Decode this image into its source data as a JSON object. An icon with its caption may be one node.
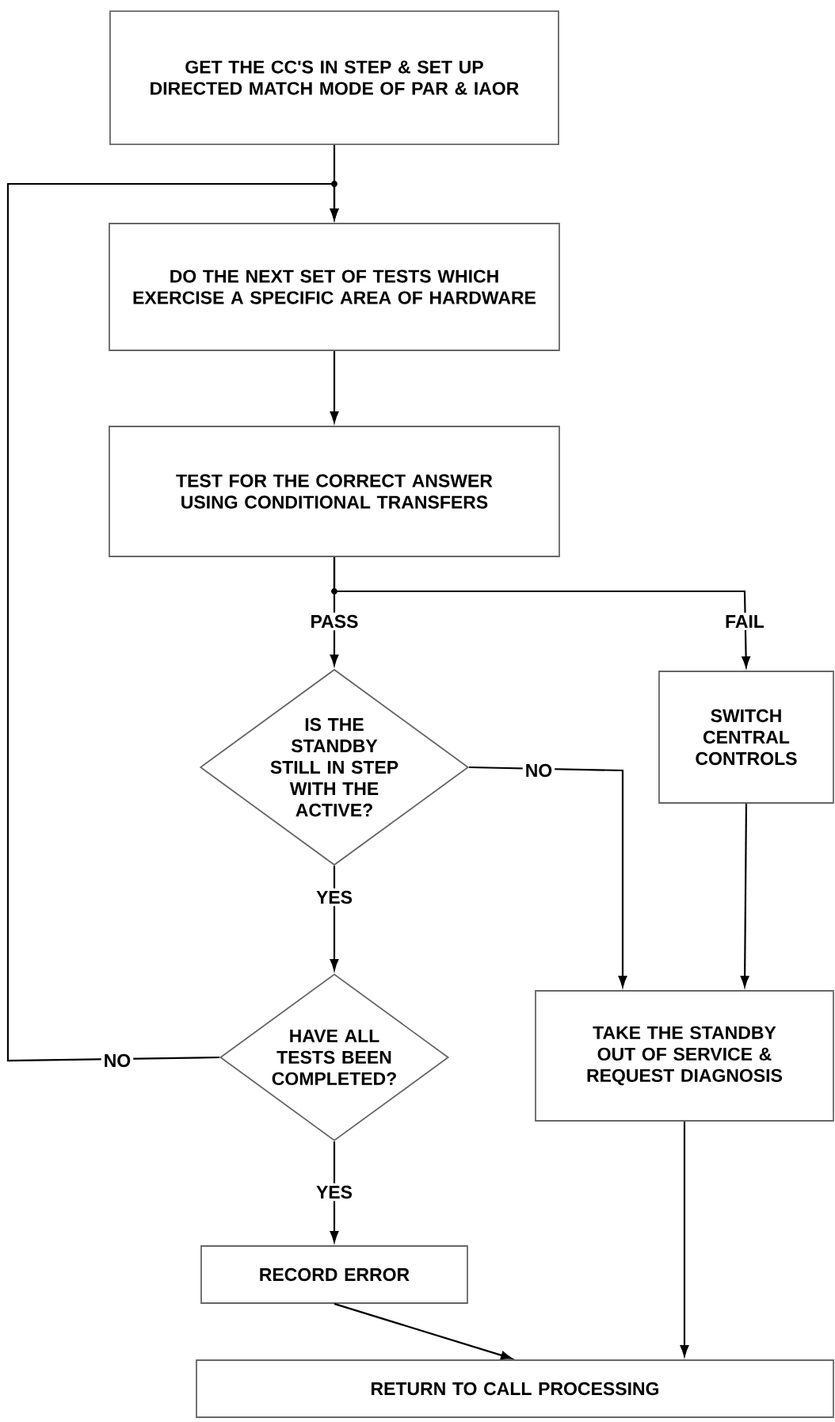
{
  "diagram": {
    "nodes": [
      {
        "text": [
          "GET THE CC'S IN STEP & SET UP DIRECTED MATCH MODE OF PAR & IAOR"
        ]
      },
      {
        "text": [
          "DO THE NEXT SET OF TESTS WHICH EXERCISE A SPECIFIC AREA OF HARDWARE"
        ]
      },
      {
        "text": [
          "TEST FOR THE CORRECT ANSWER USING CONDITIONAL TRANSFERS"
        ]
      },
      {
        "text": [
          "IS THE STANDBY STILL IN STEP WITH THE ACTIVE?"
        ]
      },
      {
        "text": [
          "SWITCH CENTRAL CONTROLS"
        ]
      },
      {
        "text": [
          "HAVE ALL TESTS BEEN COMPLETED?"
        ]
      },
      {
        "text": [
          "TAKE THE STANDBY OUT OF SERVICE & REQUEST DIAGNOSIS"
        ]
      },
      {
        "text": [
          "RECORD ERROR"
        ]
      },
      {
        "text": [
          "RETURN TO CALL PROCESSING"
        ]
      }
    ],
    "edges": [
      {
        "from": 0,
        "to": 1,
        "arrow": "to"
      },
      {
        "from": 1,
        "to": 2,
        "arrow": "to"
      },
      {
        "from": 2,
        "to": 3,
        "arrow": "to",
        "label": "PASS"
      },
      {
        "from": 2,
        "to": 4,
        "arrow": "to",
        "label": "FAIL"
      },
      {
        "from": 3,
        "to": 5,
        "arrow": "to",
        "label": "YES"
      },
      {
        "from": 3,
        "to": 6,
        "arrow": "to",
        "label": "NO"
      },
      {
        "from": 4,
        "to": 6,
        "arrow": "to"
      },
      {
        "from": 5,
        "to": 1,
        "arrow": "to",
        "label": "NO"
      },
      {
        "from": 5,
        "to": 7,
        "arrow": "to",
        "label": "YES"
      },
      {
        "from": 7,
        "to": 8,
        "arrow": "to"
      },
      {
        "from": 6,
        "to": 8,
        "arrow": "to"
      }
    ]
  }
}
